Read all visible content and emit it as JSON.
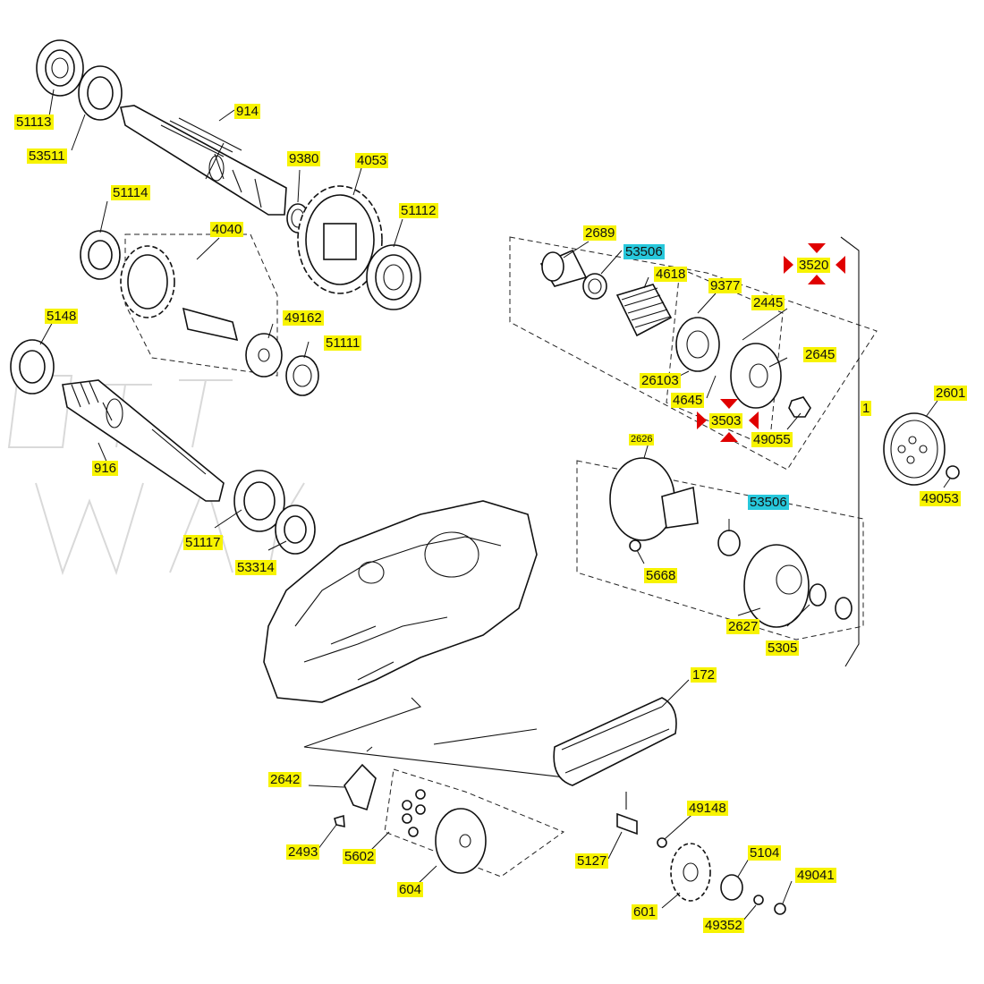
{
  "labels": {
    "l51113": "51113",
    "l53511": "53511",
    "l914": "914",
    "l9380": "9380",
    "l4053": "4053",
    "l51112": "51112",
    "l51114": "51114",
    "l4040": "4040",
    "l5148": "5148",
    "l49162": "49162",
    "l51111": "51111",
    "l916": "916",
    "l51117": "51117",
    "l53314": "53314",
    "l2689": "2689",
    "l53506a": "53506",
    "l4618": "4618",
    "l9377": "9377",
    "l3520": "3520",
    "l2445": "2445",
    "l2645": "2645",
    "l26103": "26103",
    "l4645": "4645",
    "l3503": "3503",
    "l49055": "49055",
    "l1": "1",
    "l2601": "2601",
    "l49053": "49053",
    "l2626": "2626",
    "l53506b": "53506",
    "l5668": "5668",
    "l2627": "2627",
    "l5305": "5305",
    "l172": "172",
    "l2642": "2642",
    "l2493": "2493",
    "l5602": "5602",
    "l604": "604",
    "l5127": "5127",
    "l49148": "49148",
    "l601": "601",
    "l5104": "5104",
    "l49041": "49041",
    "l49352": "49352"
  },
  "colors": {
    "highlight": "#f7f300",
    "highlight_alt": "#27c8dc",
    "marker": "#e00000"
  }
}
